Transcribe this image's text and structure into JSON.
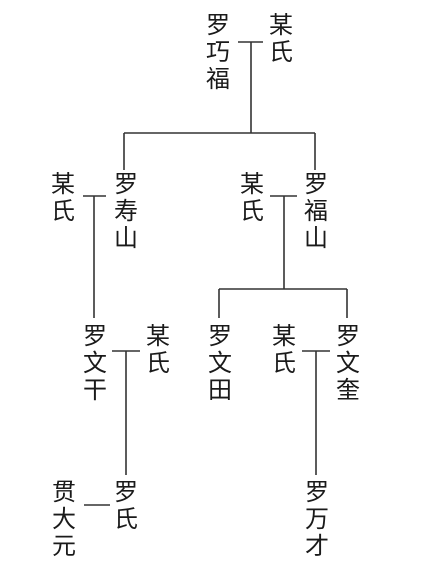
{
  "people": {
    "luo_qiaofu": "罗巧福",
    "wife_root": "某氏",
    "luo_shoushan": "罗寿山",
    "wife_shoushan": "某氏",
    "luo_fushan": "罗福山",
    "wife_fushan": "某氏",
    "luo_wengan": "罗文干",
    "wife_wengan": "某氏",
    "luo_wentian": "罗文田",
    "luo_wenkui": "罗文奎",
    "wife_wenkui": "某氏",
    "luo_shi": "罗氏",
    "guan_dayuan": "贯大元",
    "luo_wancai": "罗万才"
  }
}
